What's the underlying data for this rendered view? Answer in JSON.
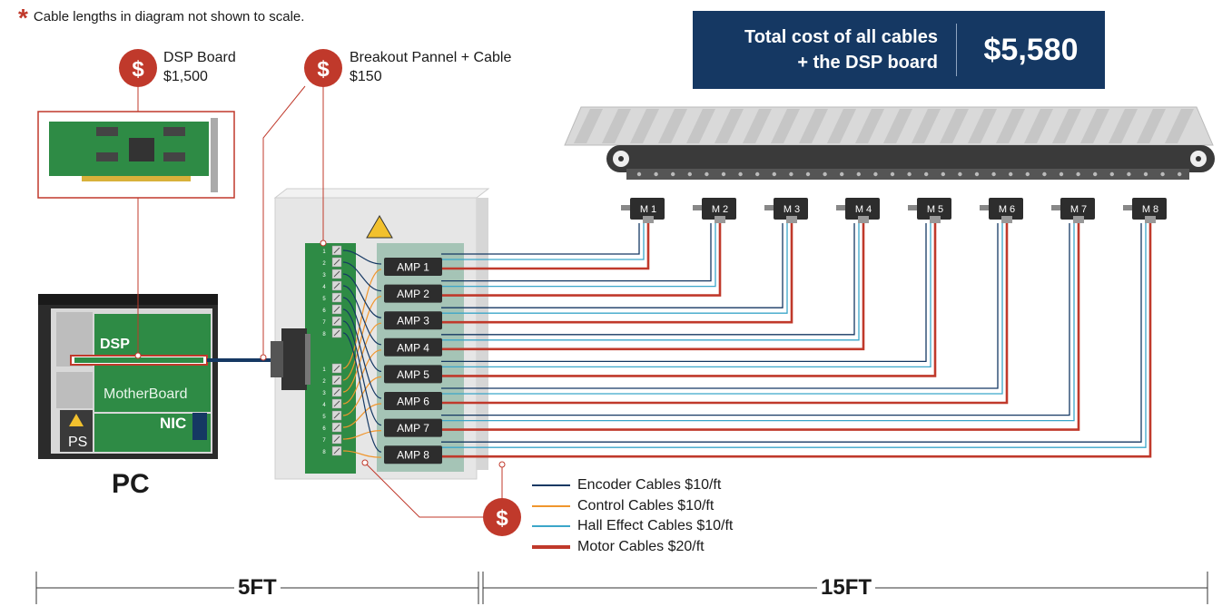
{
  "note": {
    "text": "Cable lengths in diagram not shown to scale."
  },
  "callouts": {
    "dsp_board": {
      "title": "DSP Board",
      "price": "$1,500"
    },
    "breakout": {
      "title": "Breakout Pannel + Cable",
      "price": "$150"
    }
  },
  "total_cost": {
    "label_line1": "Total cost of all cables",
    "label_line2": "+ the DSP board",
    "value": "$5,580"
  },
  "pc": {
    "label": "PC",
    "dsp": "DSP",
    "motherboard": "MotherBoard",
    "nic": "NIC",
    "ps": "PS"
  },
  "amps": [
    "AMP 1",
    "AMP 2",
    "AMP 3",
    "AMP 4",
    "AMP 5",
    "AMP 6",
    "AMP 7",
    "AMP 8"
  ],
  "motors": [
    "M 1",
    "M 2",
    "M 3",
    "M 4",
    "M 5",
    "M 6",
    "M 7",
    "M 8"
  ],
  "terminal_numbers": [
    "1",
    "2",
    "3",
    "4",
    "5",
    "6",
    "7",
    "8"
  ],
  "legend": [
    {
      "label": "Encoder Cables $10/ft",
      "color": "#153863"
    },
    {
      "label": "Control Cables  $10/ft",
      "color": "#f0962d"
    },
    {
      "label": "Hall Effect Cables $10/ft",
      "color": "#3ba6c9"
    },
    {
      "label": "Motor Cables $20/ft",
      "color": "#c0392b"
    }
  ],
  "dimensions": {
    "left": "5FT",
    "right": "15FT"
  },
  "icons": {
    "dollar": "dollar-icon",
    "warning": "warning-icon",
    "asterisk": "asterisk-icon"
  },
  "colors": {
    "accent_red": "#c0392b",
    "navy": "#153863",
    "board_green": "#2e8b45",
    "enclosure": "#e6e6e6"
  }
}
